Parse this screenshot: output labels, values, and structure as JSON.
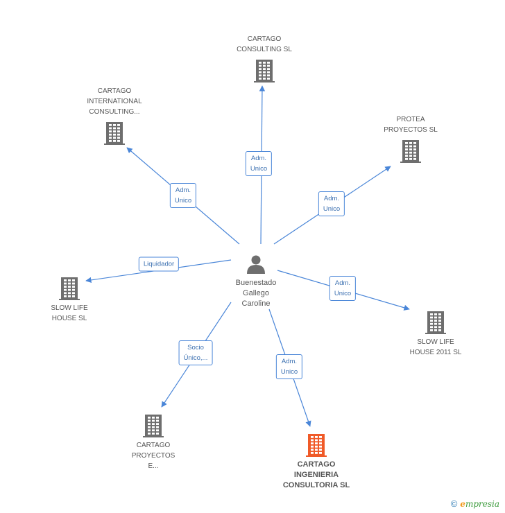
{
  "colors": {
    "edge": "#4a86d8",
    "building": "#6e6e6e",
    "building_main": "#f05a28",
    "person": "#6e6e6e"
  },
  "center": {
    "name": "Buenestado\nGallego\nCaroline",
    "icon": "person-icon"
  },
  "nodes": [
    {
      "id": "cartago-consulting",
      "label": "CARTAGO\nCONSULTING SL",
      "icon": "building-icon",
      "main": false
    },
    {
      "id": "cartago-international",
      "label": "CARTAGO\nINTERNATIONAL\nCONSULTING...",
      "icon": "building-icon",
      "main": false
    },
    {
      "id": "protea",
      "label": "PROTEA\nPROYECTOS SL",
      "icon": "building-icon",
      "main": false
    },
    {
      "id": "slow-life",
      "label": "SLOW LIFE\nHOUSE SL",
      "icon": "building-icon",
      "main": false
    },
    {
      "id": "slow-life-2011",
      "label": "SLOW LIFE\nHOUSE 2011 SL",
      "icon": "building-icon",
      "main": false
    },
    {
      "id": "cartago-proyectos",
      "label": "CARTAGO\nPROYECTOS\nE...",
      "icon": "building-icon",
      "main": false
    },
    {
      "id": "cartago-ingenieria",
      "label": "CARTAGO\nINGENIERIA\nCONSULTORIA SL",
      "icon": "building-icon",
      "main": true
    }
  ],
  "edges": [
    {
      "to": "cartago-consulting",
      "label": "Adm.\nUnico"
    },
    {
      "to": "cartago-international",
      "label": "Adm.\nUnico"
    },
    {
      "to": "protea",
      "label": "Adm.\nUnico"
    },
    {
      "to": "slow-life",
      "label": "Liquidador"
    },
    {
      "to": "slow-life-2011",
      "label": "Adm.\nUnico"
    },
    {
      "to": "cartago-proyectos",
      "label": "Socio\nÚnico,..."
    },
    {
      "to": "cartago-ingenieria",
      "label": "Adm.\nUnico"
    }
  ],
  "footer": {
    "copyright": "©",
    "brand_e": "e",
    "brand_rest": "mpresia"
  }
}
